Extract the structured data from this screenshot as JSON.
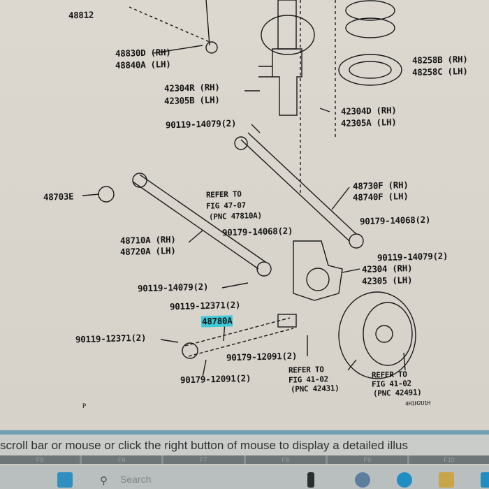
{
  "diagram": {
    "labels": {
      "p48812": "48812",
      "p48830d": "48830D (RH)",
      "p48840a": "48840A (LH)",
      "p48258b": "48258B (RH)",
      "p48258c": "48258C (LH)",
      "p42304r": "42304R (RH)",
      "p42305b": "42305B (LH)",
      "p42304d": "42304D (RH)",
      "p42305a": "42305A (LH)",
      "b1": "90119-14079(2)",
      "p48703e": "48703E",
      "ref1_a": "REFER TO",
      "ref1_b": "FIG 47-07",
      "ref1_c": "(PNC 47810A)",
      "p48730f": "48730F (RH)",
      "p48740f": "48740F (LH)",
      "b2": "90179-14068(2)",
      "b3": "90179-14068(2)",
      "p48710a": "48710A (RH)",
      "p48720a": "48720A (LH)",
      "b4": "90119-14079(2)",
      "p42304": "42304 (RH)",
      "p42305": "42305 (LH)",
      "b5": "90119-14079(2)",
      "b6": "90119-12371(2)",
      "p48780a": "48780A",
      "b7": "90119-12371(2)",
      "b8": "90179-12091(2)",
      "b9": "90179-12091(2)",
      "ref2_a": "REFER TO",
      "ref2_b": "FIG 41-02",
      "ref2_c": "(PNC 42431)",
      "ref3_a": "REFER TO",
      "ref3_b": "FIG 41-02",
      "ref3_c": "(PNC 42491)",
      "code": "4H1H2U1H",
      "p": "P"
    },
    "highlight_color": "#3fc8d6"
  },
  "statusbar": {
    "text": "scroll bar or mouse or click the right button of mouse to display a detailed illus"
  },
  "fkeys": [
    "F5",
    "F6",
    "F7",
    "F8",
    "F9",
    "F10"
  ],
  "taskbar": {
    "search_placeholder": "Search"
  }
}
